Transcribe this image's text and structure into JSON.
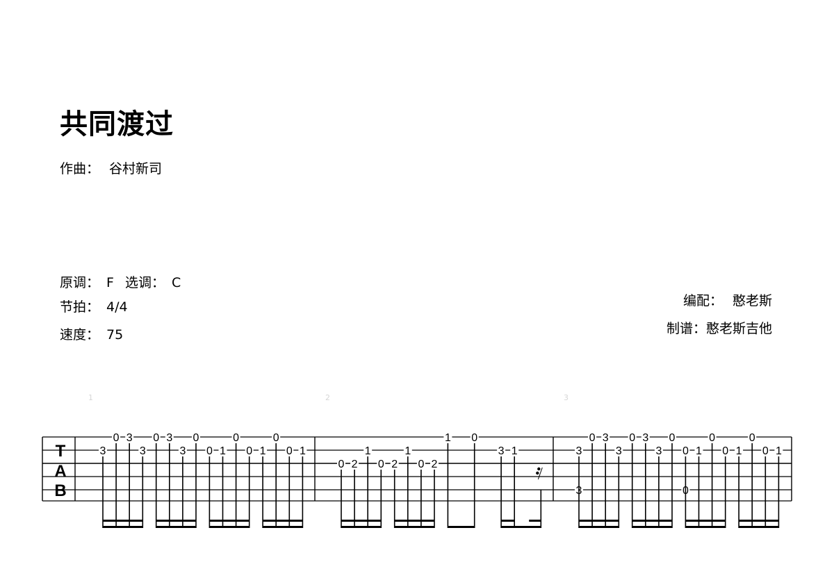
{
  "song": {
    "title": "共同渡过",
    "composer_label": "作曲：",
    "composer": "谷村新司",
    "original_key_label": "原调：",
    "original_key": "F",
    "selected_key_label": "选调：",
    "selected_key": "C",
    "time_sig_label": "节拍：",
    "time_sig": "4/4",
    "tempo_label": "速度：",
    "tempo": "75",
    "arranger_label": "编配：",
    "arranger": "憨老斯",
    "transcriber_label": "制谱：",
    "transcriber": "憨老斯吉他"
  },
  "tab": {
    "clef": [
      "T",
      "A",
      "B"
    ],
    "measure_numbers": [
      "1",
      "2",
      "3"
    ],
    "measures": [
      {
        "number": 1,
        "groups": [
          [
            {
              "s": 2,
              "f": "3"
            },
            {
              "s": 1,
              "f": "0"
            },
            {
              "s": 1,
              "f": "3"
            },
            {
              "s": 2,
              "f": "3"
            }
          ],
          [
            {
              "s": 1,
              "f": "0"
            },
            {
              "s": 1,
              "f": "3"
            },
            {
              "s": 2,
              "f": "3"
            },
            {
              "s": 1,
              "f": "0"
            }
          ],
          [
            {
              "s": 2,
              "f": "0"
            },
            {
              "s": 2,
              "f": "1"
            },
            {
              "s": 1,
              "f": "0"
            },
            {
              "s": 2,
              "f": "0"
            }
          ],
          [
            {
              "s": 2,
              "f": "1"
            },
            {
              "s": 1,
              "f": "0"
            },
            {
              "s": 2,
              "f": "0"
            },
            {
              "s": 2,
              "f": "1"
            }
          ]
        ]
      },
      {
        "number": 2,
        "groups": [
          [
            {
              "s": 3,
              "f": "0"
            },
            {
              "s": 3,
              "f": "2"
            },
            {
              "s": 2,
              "f": "1"
            },
            {
              "s": 3,
              "f": "0"
            }
          ],
          [
            {
              "s": 3,
              "f": "2"
            },
            {
              "s": 2,
              "f": "1"
            },
            {
              "s": 3,
              "f": "0"
            },
            {
              "s": 3,
              "f": "2"
            }
          ],
          [
            {
              "s": 1,
              "f": "1"
            },
            {
              "s": 1,
              "f": "0"
            }
          ],
          [
            {
              "s": 2,
              "f": "3"
            },
            {
              "s": 2,
              "f": "1"
            },
            {
              "rest": "sixteenth"
            }
          ]
        ]
      },
      {
        "number": 3,
        "groups": [
          [
            {
              "s": [
                2,
                5
              ],
              "f": [
                "3",
                "3"
              ]
            },
            {
              "s": 1,
              "f": "0"
            },
            {
              "s": 1,
              "f": "3"
            },
            {
              "s": 2,
              "f": "3"
            }
          ],
          [
            {
              "s": 1,
              "f": "0"
            },
            {
              "s": 1,
              "f": "3"
            },
            {
              "s": 2,
              "f": "3"
            },
            {
              "s": 1,
              "f": "0"
            }
          ],
          [
            {
              "s": [
                2,
                5
              ],
              "f": [
                "0",
                "0"
              ]
            },
            {
              "s": 2,
              "f": "1"
            },
            {
              "s": 1,
              "f": "0"
            },
            {
              "s": 2,
              "f": "0"
            }
          ],
          [
            {
              "s": 2,
              "f": "1"
            },
            {
              "s": 1,
              "f": "0"
            },
            {
              "s": 2,
              "f": "0"
            },
            {
              "s": 2,
              "f": "1"
            }
          ]
        ]
      }
    ]
  }
}
